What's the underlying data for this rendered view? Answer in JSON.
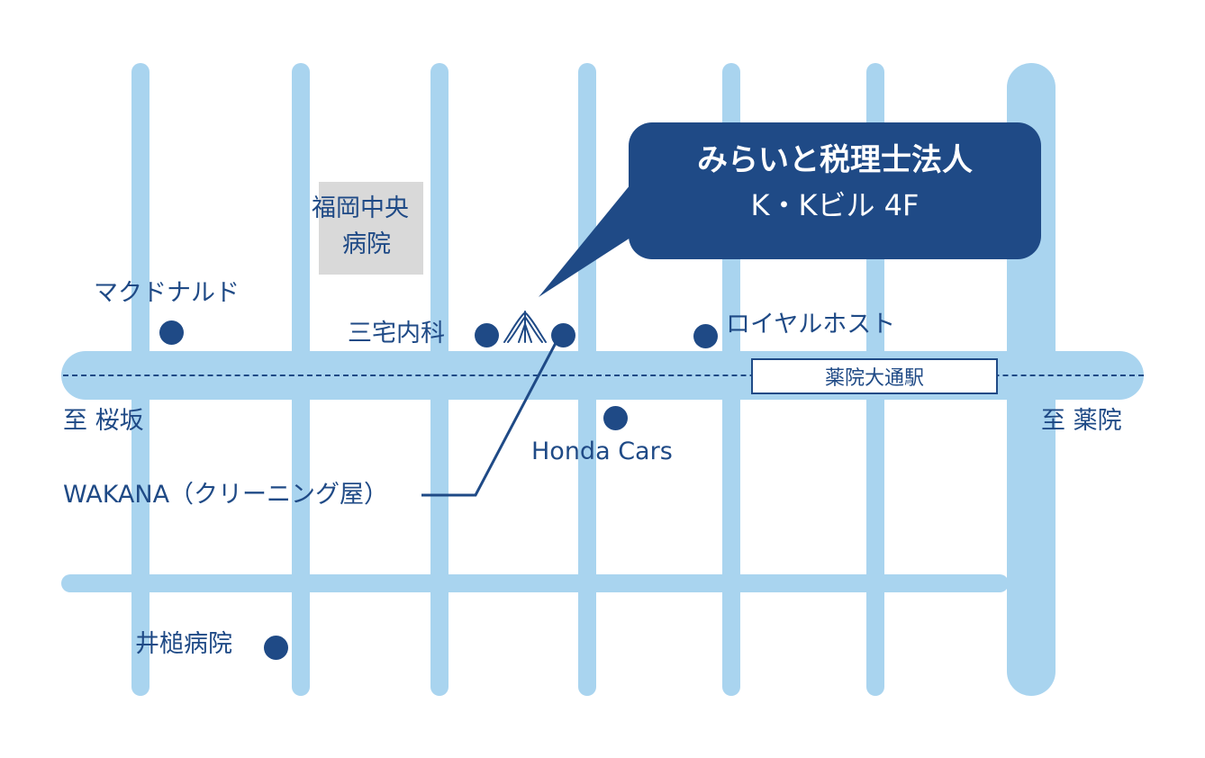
{
  "colors": {
    "road": "#a9d4ef",
    "navy": "#1f4a86",
    "hospital_block": "#d9d9d9",
    "background": "#ffffff"
  },
  "callout": {
    "title": "みらいと税理士法人",
    "subtitle": "K・Kビル 4F"
  },
  "station": {
    "label": "薬院大通駅"
  },
  "directions": {
    "left": "至 桜坂",
    "right": "至 薬院"
  },
  "landmarks": {
    "hospital_line1": "福岡中央",
    "hospital_line2": "病院",
    "mcdonalds": "マクドナルド",
    "miyake_clinic": "三宅内科",
    "royal_host": "ロイヤルホスト",
    "honda_cars": "Honda Cars",
    "wakana": "WAKANA（クリーニング屋）",
    "igari_hospital": "井槌病院"
  },
  "icons": {
    "logo": "mirai-bird-logo",
    "marker": "location-dot"
  }
}
